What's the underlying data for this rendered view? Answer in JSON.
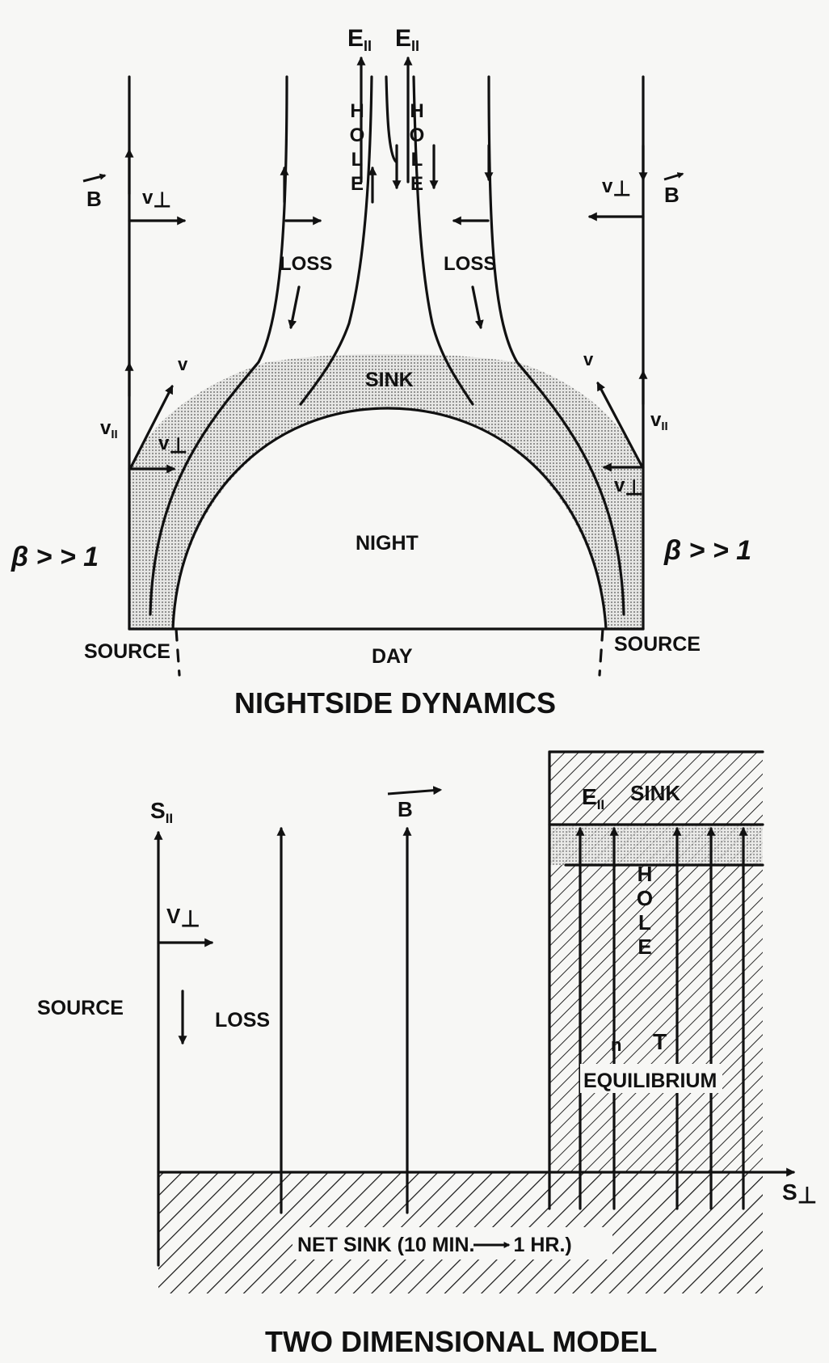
{
  "top": {
    "title": "NIGHTSIDE DYNAMICS",
    "e_par": "E",
    "par_sub": "II",
    "perp_sub": "⊥",
    "hole_letters": [
      "H",
      "O",
      "L",
      "E"
    ],
    "b_vec": "B",
    "v_perp": "v",
    "v_par": "v",
    "v": "v",
    "loss": "LOSS",
    "sink": "SINK",
    "night": "NIGHT",
    "day": "DAY",
    "source": "SOURCE",
    "beta": "β > > 1"
  },
  "bottom": {
    "title": "TWO DIMENSIONAL MODEL",
    "s_par": "S",
    "s_perp": "S",
    "par_sub": "II",
    "perp_sub": "⊥",
    "v_perp": "V",
    "b_vec": "B",
    "source": "SOURCE",
    "loss": "LOSS",
    "e_par": "E",
    "sink": "SINK",
    "hole_letters": [
      "H",
      "O",
      "L",
      "E"
    ],
    "n": "n",
    "t": "T",
    "equilibrium": "EQUILIBRIUM",
    "net_sink_pre": "NET SINK (10 MIN.",
    "net_sink_post": "1 HR.)"
  }
}
